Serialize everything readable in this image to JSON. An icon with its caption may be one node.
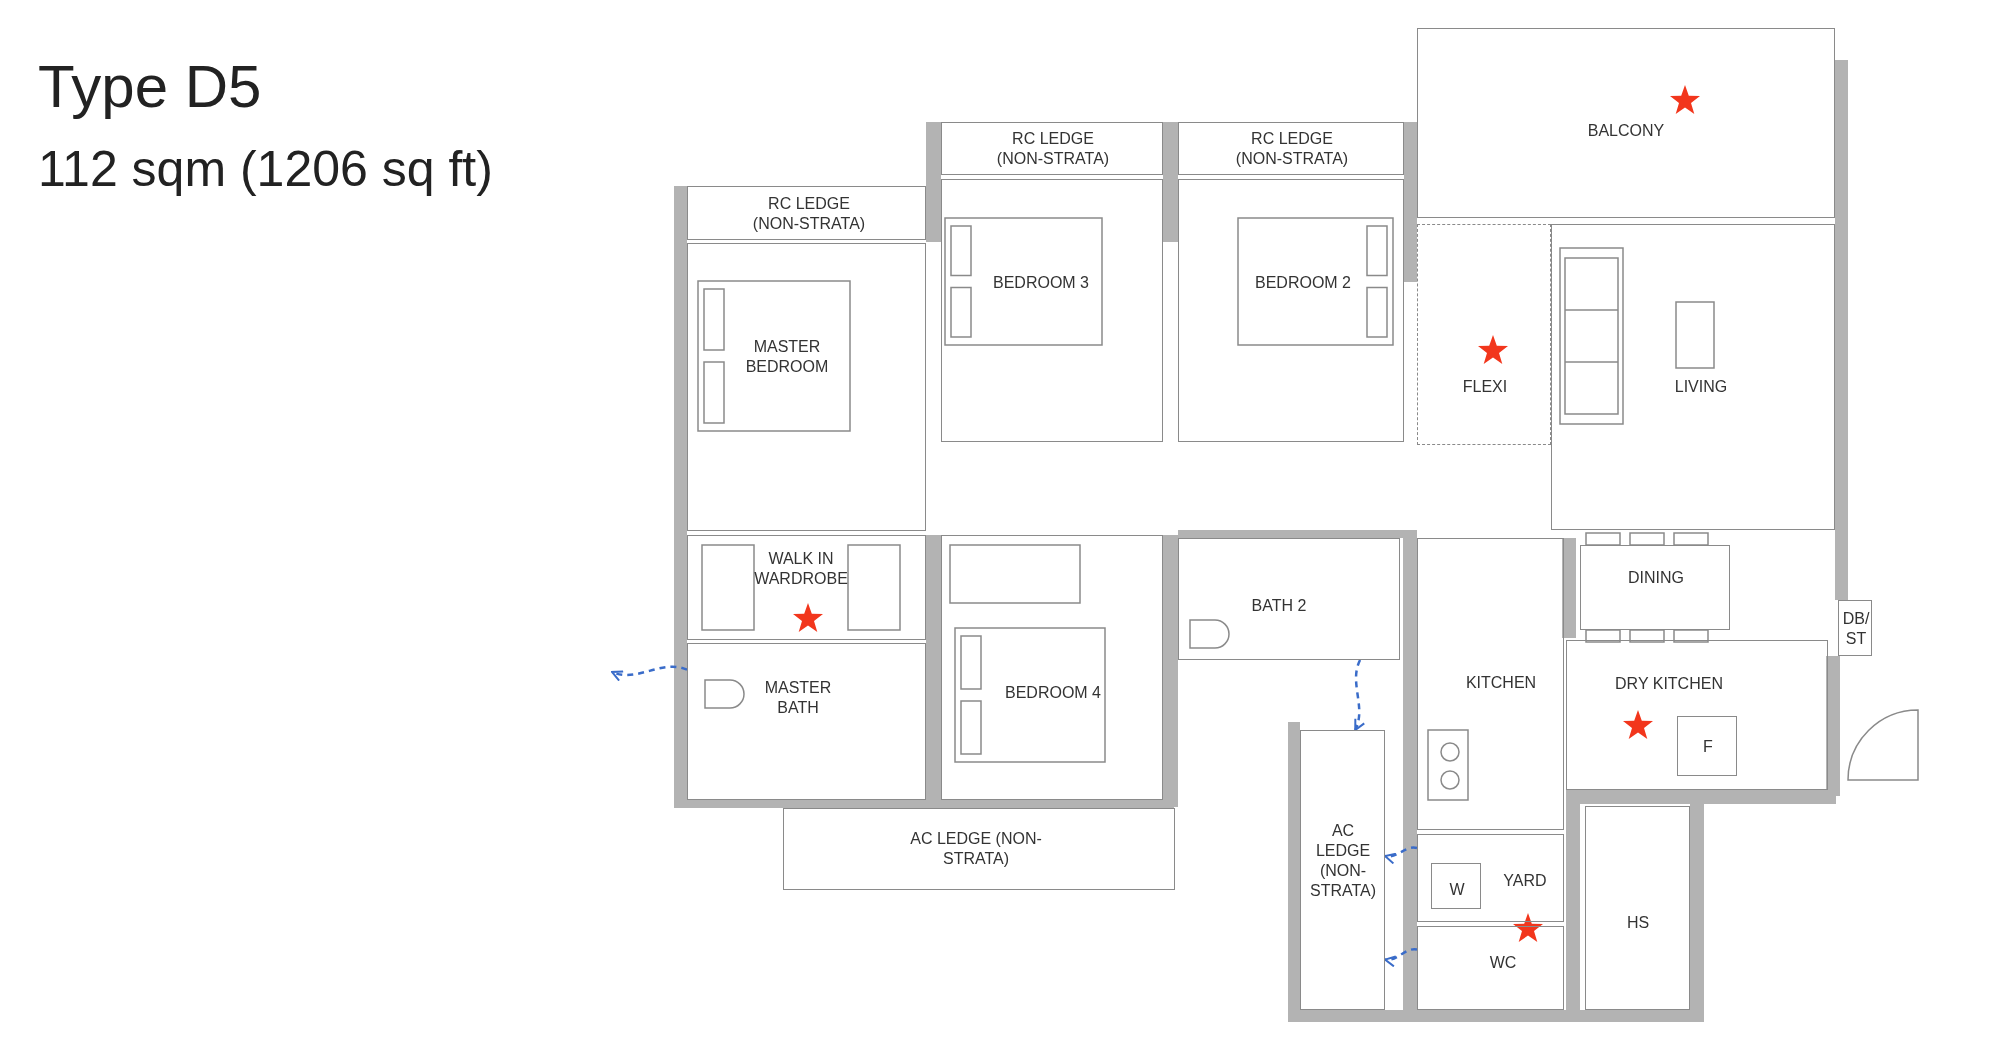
{
  "diagram": {
    "title": "Type D5",
    "nodes": [
      {
        "text": [
          "RC LEDGE (NON-STRATA)"
        ]
      },
      {
        "text": [
          "RC LEDGE (NON-STRATA)"
        ]
      },
      {
        "text": [
          "RC LEDGE (NON-STRATA)"
        ]
      },
      {
        "text": [
          "BALCONY"
        ]
      },
      {
        "text": [
          "MASTER BEDROOM"
        ]
      },
      {
        "text": [
          "BEDROOM 3"
        ]
      },
      {
        "text": [
          "BEDROOM 2"
        ]
      },
      {
        "text": [
          "FLEXI"
        ]
      },
      {
        "text": [
          "LIVING"
        ]
      },
      {
        "text": [
          "WALK IN WARDROBE"
        ]
      },
      {
        "text": [
          "MASTER BATH"
        ]
      },
      {
        "text": [
          "BEDROOM 4"
        ]
      },
      {
        "text": [
          "BATH 2"
        ]
      },
      {
        "text": [
          "DINING"
        ]
      },
      {
        "text": [
          "KITCHEN"
        ]
      },
      {
        "text": [
          "DRY KITCHEN"
        ]
      },
      {
        "text": [
          "DB/ ST"
        ]
      },
      {
        "text": [
          "F"
        ],
        "in": 15
      },
      {
        "text": [
          "AC LEDGE (NON-STRATA)"
        ]
      },
      {
        "text": [
          "AC LEDGE (NON- STRATA)"
        ]
      },
      {
        "text": [
          "YARD"
        ]
      },
      {
        "text": [
          "W"
        ],
        "in": 20
      },
      {
        "text": [
          "WC"
        ]
      },
      {
        "text": [
          "HS"
        ]
      }
    ],
    "edges": [
      {
        "from": 10,
        "to": null,
        "arrow": "to",
        "style": "dashed"
      },
      {
        "from": 12,
        "to": 19,
        "arrow": "to",
        "style": "dashed"
      },
      {
        "from": 20,
        "to": 19,
        "arrow": "to",
        "style": "dashed"
      },
      {
        "from": 22,
        "to": 19,
        "arrow": "to",
        "style": "dashed"
      }
    ],
    "labels": [
      "112 sqm (1206 sq ft)"
    ]
  }
}
